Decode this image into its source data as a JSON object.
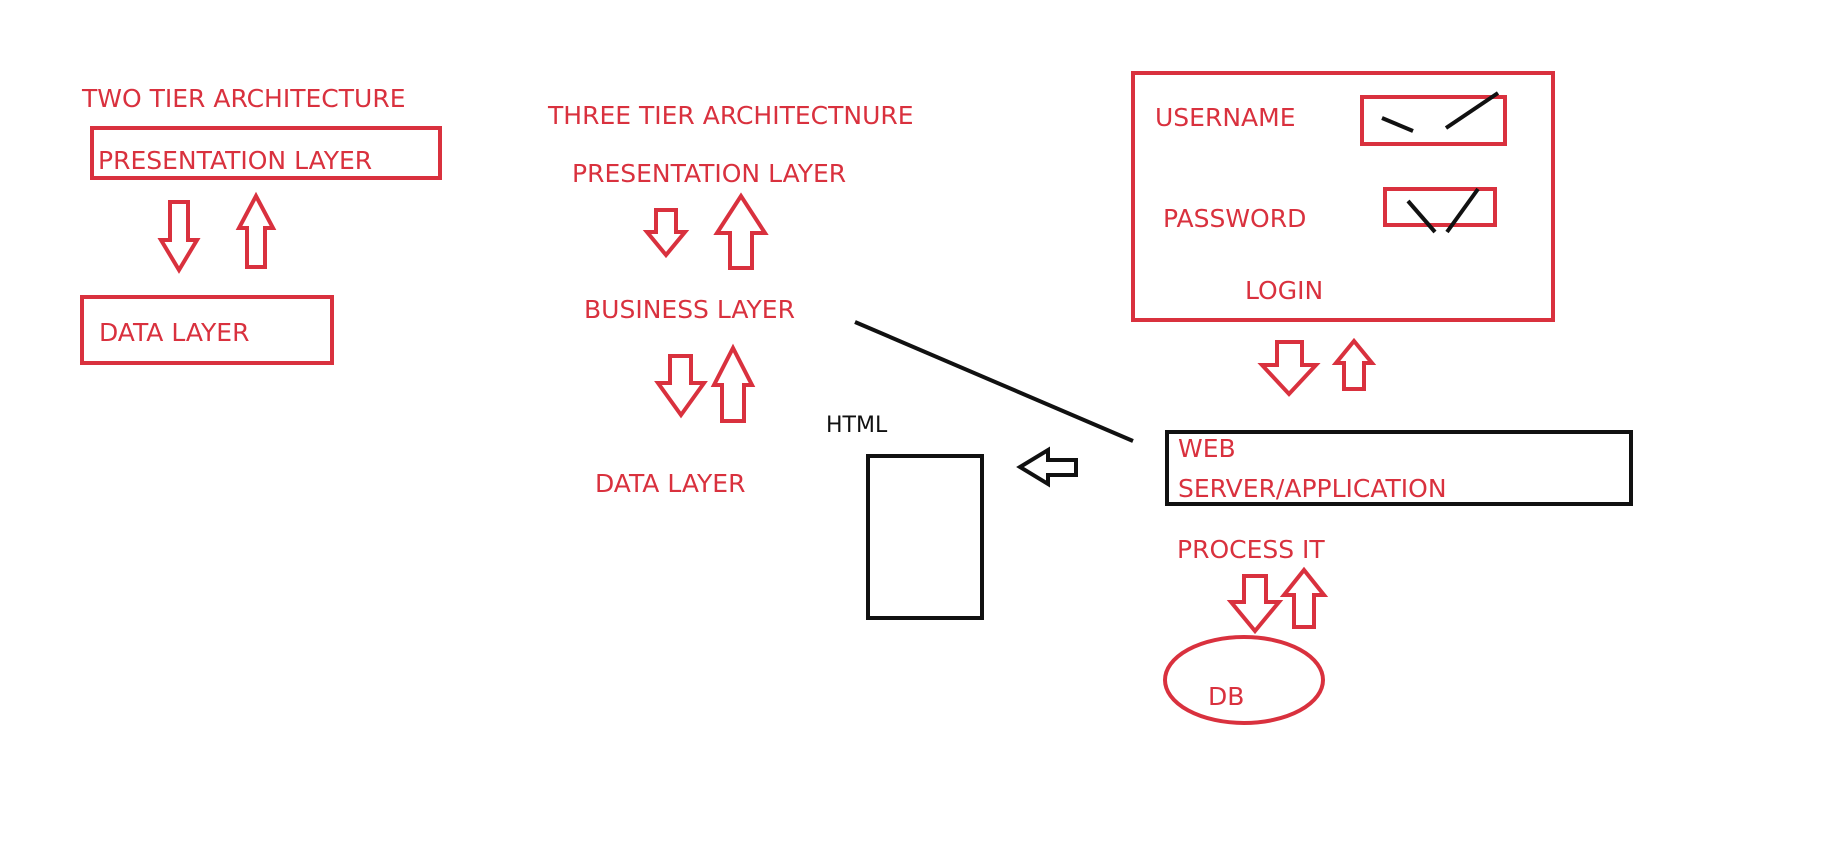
{
  "colors": {
    "accent": "#d9313e",
    "ink": "#111111",
    "background": "#ffffff"
  },
  "two_tier": {
    "title": "TWO TIER ARCHITECTURE",
    "presentation": "PRESENTATION LAYER",
    "data": "DATA LAYER"
  },
  "three_tier": {
    "title": "THREE TIER ARCHITECTNURE",
    "presentation": "PRESENTATION LAYER",
    "business": "BUSINESS LAYER",
    "data": "DATA LAYER"
  },
  "login_form": {
    "username": "USERNAME",
    "password": "PASSWORD",
    "login": "LOGIN"
  },
  "server": {
    "line1": "WEB",
    "line2": "SERVER/APPLICATION",
    "process": "PROCESS IT",
    "db": "DB"
  },
  "html_box": {
    "label": "HTML"
  }
}
